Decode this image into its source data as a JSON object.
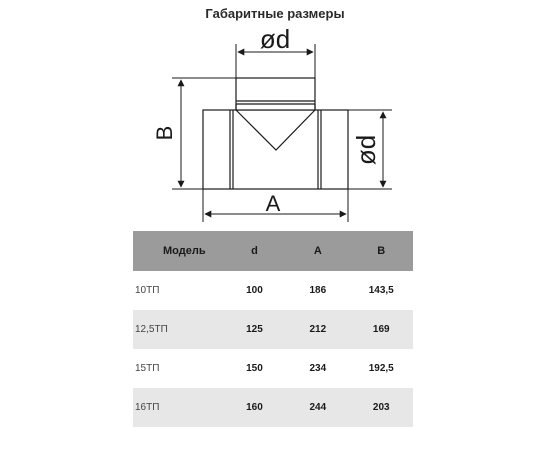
{
  "title": "Габаритные размеры",
  "diagram": {
    "top_label": "ød",
    "right_label": "ød",
    "left_label": "B",
    "bottom_label": "A"
  },
  "table": {
    "headers": [
      "Модель",
      "d",
      "A",
      "B"
    ],
    "rows": [
      [
        "10ТП",
        "100",
        "186",
        "143,5"
      ],
      [
        "12,5ТП",
        "125",
        "212",
        "169"
      ],
      [
        "15ТП",
        "150",
        "234",
        "192,5"
      ],
      [
        "16ТП",
        "160",
        "244",
        "203"
      ]
    ]
  },
  "colors": {
    "header_bg": "#9b9b9b",
    "stripe_bg": "#e7e7e7",
    "line": "#1a1a1a"
  }
}
